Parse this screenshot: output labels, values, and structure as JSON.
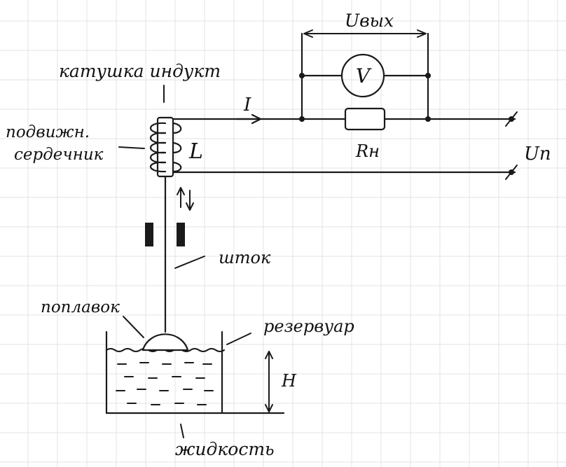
{
  "labels": {
    "coil": "катушка индукт",
    "core_line1": "подвижн.",
    "core_line2": "сердечник",
    "inductance": "L",
    "current": "I",
    "output_voltage": "Uвых",
    "voltmeter": "V",
    "load_resistor": "Rн",
    "supply_voltage": "Uп",
    "rod": "шток",
    "float": "поплавок",
    "reservoir": "резервуар",
    "level": "H",
    "liquid": "жидкость"
  },
  "colors": {
    "ink": "#1a1a1a",
    "paper": "#ffffff",
    "grid": "#e3e3e3"
  }
}
